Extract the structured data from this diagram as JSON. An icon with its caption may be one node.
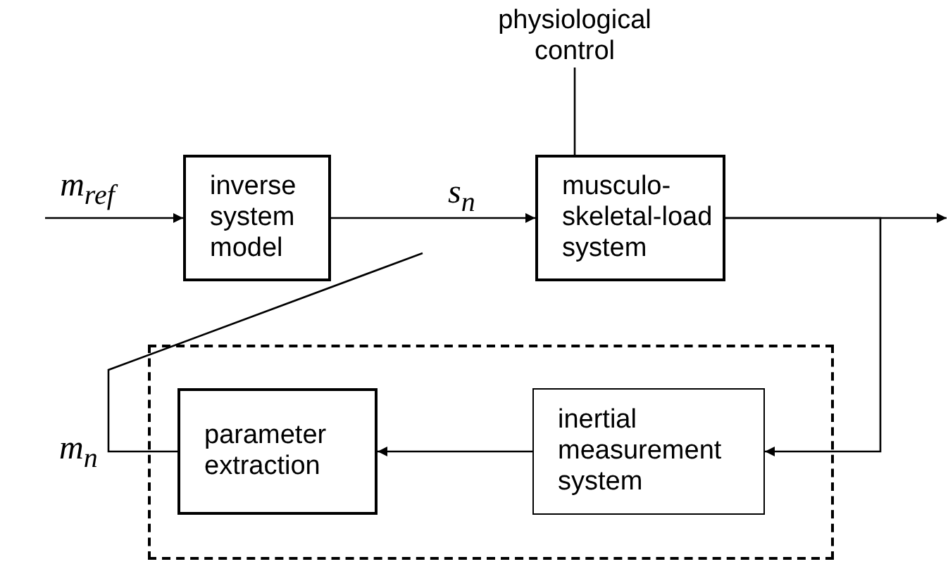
{
  "diagram": {
    "nodes": [
      {
        "text": [
          "m$_{ref}$"
        ]
      },
      {
        "text": [
          "inverse system model"
        ]
      },
      {
        "text": [
          "musculo- skeletal-load system"
        ]
      },
      {
        "text": [
          "physiological control"
        ]
      },
      {
        "text": [],
        "shape": "box"
      },
      {
        "text": [
          "parameter extraction"
        ],
        "in": 4
      },
      {
        "text": [
          "inertial measurement system"
        ],
        "in": 4
      }
    ],
    "edges": [
      {
        "from": 0,
        "to": 1,
        "arrow": "to"
      },
      {
        "from": 1,
        "to": 2,
        "arrow": "to",
        "label": "s$_{n}$"
      },
      {
        "from": 3,
        "to": 2,
        "arrow": "none"
      },
      {
        "from": 2,
        "to": null,
        "arrow": "to"
      },
      {
        "from": 2,
        "to": 6,
        "arrow": "to"
      },
      {
        "from": 6,
        "to": 5,
        "arrow": "to"
      },
      {
        "from": 5,
        "to": 1,
        "arrow": "none"
      }
    ],
    "labels": [
      "m$_{n}$"
    ]
  }
}
